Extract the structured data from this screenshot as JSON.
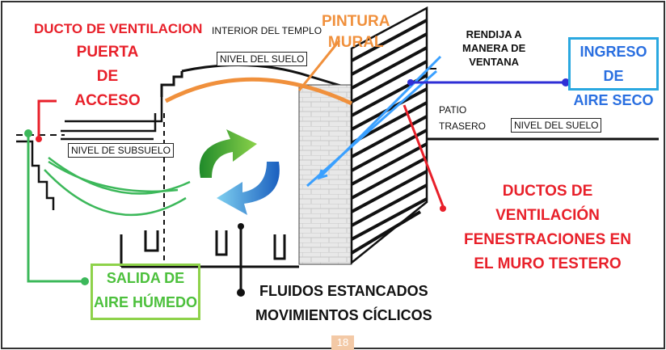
{
  "labels": {
    "ducto_ventilacion": "DUCTO DE VENTILACION",
    "puerta_acceso": "PUERTA\nDE\nACCESO",
    "interior_templo": "INTERIOR DEL TEMPLO",
    "pintura_mural": "PINTURA\nMURAL",
    "nivel_suelo_top": "NIVEL DEL SUELO",
    "rendija": "RENDIJA A\nMANERA  DE\nVENTANA",
    "ingreso_aire": "INGRESO DE\nAIRE SECO",
    "patio": "PATIO\nTRASERO",
    "nivel_suelo_right": "NIVEL DEL SUELO",
    "nivel_subsuelo": "NIVEL DE SUBSUELO",
    "ductos_fenestraciones": "DUCTOS DE VENTILACIÓN\nFENESTRACIONES EN\nEL MURO TESTERO",
    "salida_aire": "SALIDA DE\nAIRE HÚMEDO",
    "fluidos": "FLUIDOS ESTANCADOS\nMOVIMIENTOS CÍCLICOS",
    "page_number": "18"
  },
  "colors": {
    "red": "#e8202a",
    "orange": "#f0903c",
    "blue": "#2f2fd6",
    "cyan_box": "#2aa8e0",
    "green": "#3cb85a",
    "green_box": "#8ed24a"
  }
}
